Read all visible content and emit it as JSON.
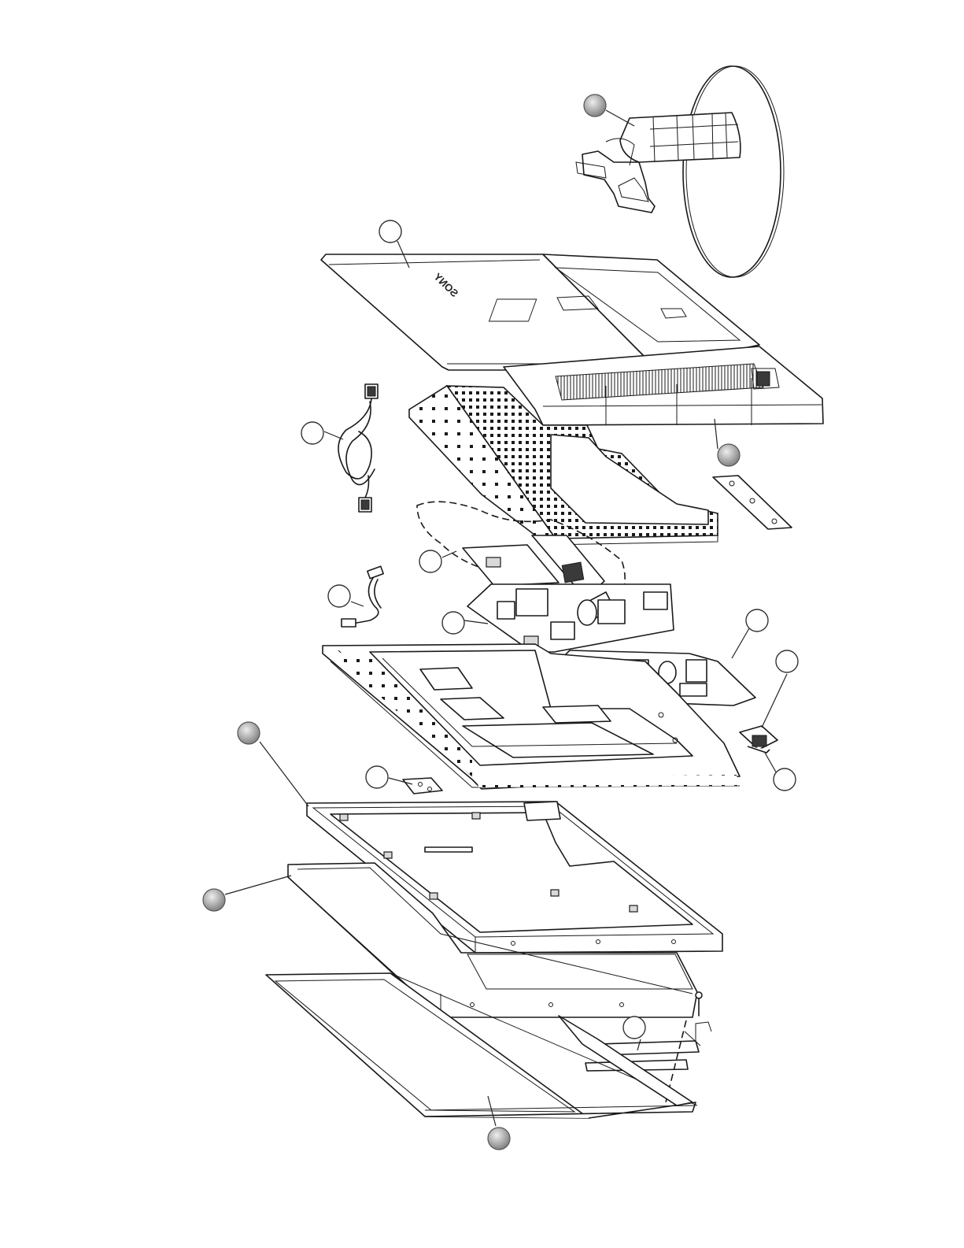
{
  "diagram": {
    "brand_logo": "SONY",
    "callouts": [
      {
        "id": "c-stand",
        "style": "filled",
        "label": ""
      },
      {
        "id": "c-rear-cover",
        "style": "open",
        "label": ""
      },
      {
        "id": "c-back-cabinet",
        "style": "filled",
        "label": ""
      },
      {
        "id": "c-cable",
        "style": "open",
        "label": ""
      },
      {
        "id": "c-interface-board",
        "style": "open",
        "label": ""
      },
      {
        "id": "c-harness",
        "style": "open",
        "label": ""
      },
      {
        "id": "c-main-board",
        "style": "open",
        "label": ""
      },
      {
        "id": "c-power-board",
        "style": "open",
        "label": ""
      },
      {
        "id": "c-connector-top",
        "style": "open",
        "label": ""
      },
      {
        "id": "c-connector-bottom",
        "style": "open",
        "label": ""
      },
      {
        "id": "c-lcd-panel",
        "style": "filled",
        "label": ""
      },
      {
        "id": "c-bracket",
        "style": "open",
        "label": ""
      },
      {
        "id": "c-bezel-frame",
        "style": "filled",
        "label": ""
      },
      {
        "id": "c-control-board",
        "style": "open",
        "label": ""
      },
      {
        "id": "c-front-bezel",
        "style": "filled",
        "label": ""
      }
    ]
  }
}
